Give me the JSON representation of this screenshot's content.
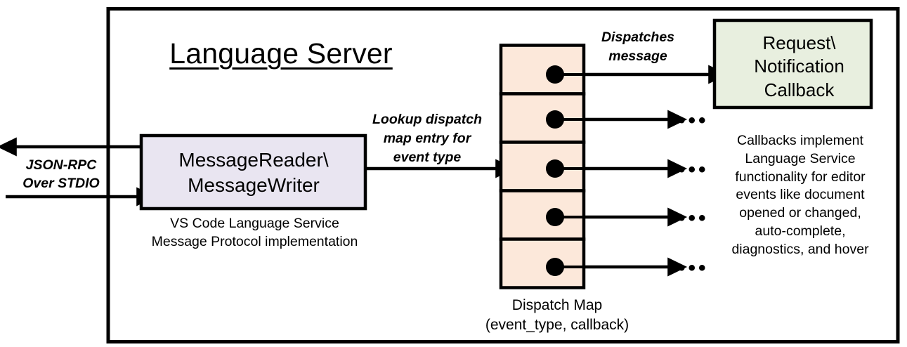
{
  "diagram": {
    "title": "Language Server",
    "frame_label": "language-server-boundary",
    "colors": {
      "outline": "#000000",
      "message_box_fill": "#E9E5F1",
      "dispatch_cell_fill": "#FCE8DA",
      "callback_box_fill": "#E8EFDF",
      "background": "#FFFFFF"
    },
    "external_channel": {
      "label": "JSON-RPC\nOver STDIO",
      "outbound_arrow": "arrow-out-to-client",
      "inbound_arrow": "arrow-in-from-client"
    },
    "message_box": {
      "label": "MessageReader\\\nMessageWriter",
      "caption": "VS Code Language Service\nMessage Protocol implementation"
    },
    "lookup_edge": {
      "label": "Lookup dispatch\nmap entry for\nevent type"
    },
    "dispatch_map": {
      "caption": "Dispatch Map\n(event_type, callback)",
      "row_count": 5,
      "rows": [
        {
          "index": 1,
          "has_dot": true,
          "arrow_target": "callback-box",
          "trailing_ellipsis": false
        },
        {
          "index": 2,
          "has_dot": true,
          "arrow_target": "ellipsis",
          "trailing_ellipsis": true
        },
        {
          "index": 3,
          "has_dot": true,
          "arrow_target": "ellipsis",
          "trailing_ellipsis": true
        },
        {
          "index": 4,
          "has_dot": true,
          "arrow_target": "ellipsis",
          "trailing_ellipsis": true
        },
        {
          "index": 5,
          "has_dot": true,
          "arrow_target": "ellipsis",
          "trailing_ellipsis": true
        }
      ],
      "ellipsis_glyph": "•••"
    },
    "dispatch_edge": {
      "label": "Dispatches\nmessage"
    },
    "callback_box": {
      "label": "Request\\\nNotification\nCallback",
      "caption": "Callbacks implement\nLanguage Service\nfunctionality for editor\nevents like document\nopened or changed,\nauto-complete,\ndiagnostics, and hover"
    }
  }
}
